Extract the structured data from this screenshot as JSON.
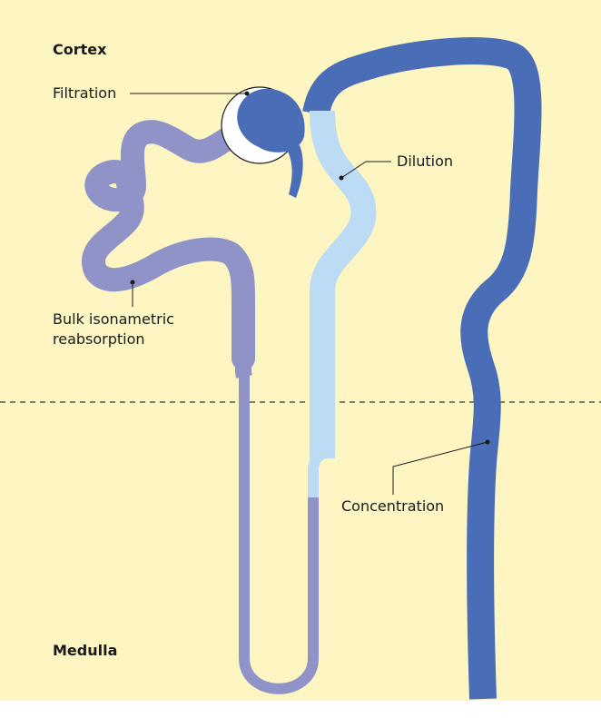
{
  "zones": {
    "cortex": "Cortex",
    "medulla": "Medulla"
  },
  "labels": {
    "filtration": "Filtration",
    "dilution": "Dilution",
    "bulk_line1": "Bulk isonametric",
    "bulk_line2": "reabsorption",
    "concentration": "Concentration"
  },
  "colors": {
    "background": "#fdf6c3",
    "proximal_tubule": "#8f93c8",
    "loop_descending": "#8f93c8",
    "dilution_segment": "#bcdcf5",
    "collecting_duct": "#4a6db8",
    "glomerulus": "#4a6db8",
    "capsule": "#ffffff"
  }
}
